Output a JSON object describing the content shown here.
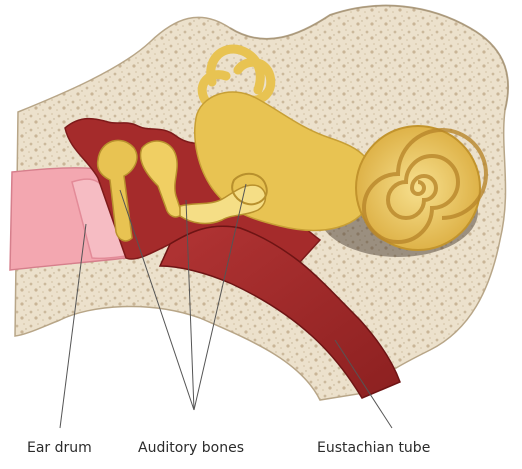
{
  "labels": {
    "ear_drum": "Ear drum",
    "auditory_bones": "Auditory bones",
    "eustachian_tube": "Eustachian tube"
  },
  "colors": {
    "bone": "#ece1cc",
    "bone_speckle": "#cbb99c",
    "cavity": "#a52b2b",
    "cavity_dark": "#7e1a1a",
    "canal": "#f3a7b0",
    "eardrum": "#f6bcc3",
    "ossicle": "#e8c352",
    "ossicle_light": "#f5de86",
    "cochlea": "#e6bd48",
    "leader_line": "#555555"
  }
}
